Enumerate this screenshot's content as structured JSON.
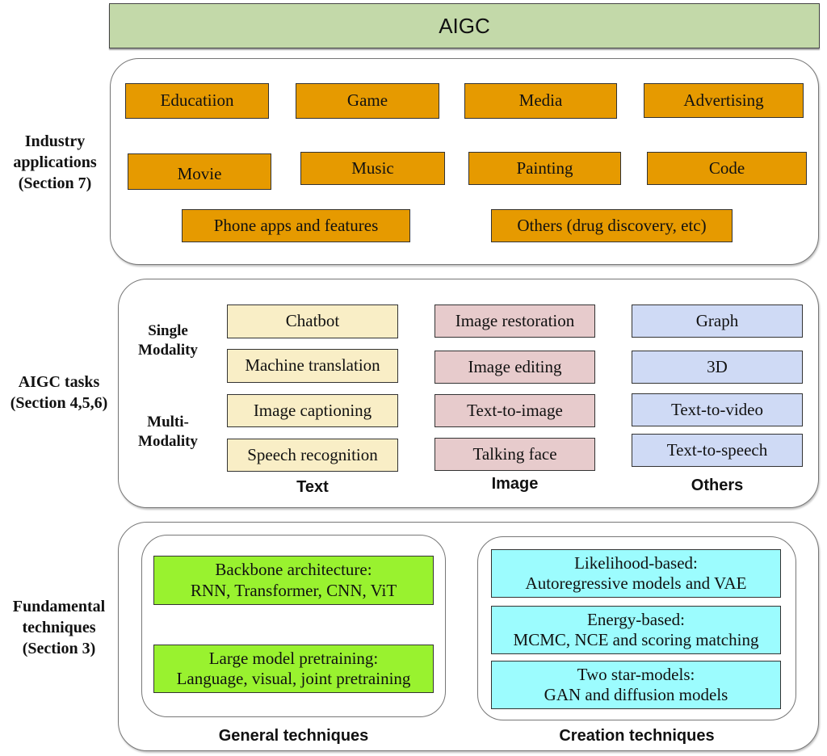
{
  "title": "AIGC",
  "colors": {
    "title_bg": "#c3d9a9",
    "industry_box": "#e69a00",
    "text_task": "#f9eec6",
    "image_task": "#e7cbcc",
    "others_task": "#cfdaf5",
    "general_technique": "#99f22f",
    "creation_technique": "#9cfcfe"
  },
  "industry": {
    "label": [
      "Industry",
      "applications",
      "(Section 7)"
    ],
    "items": [
      "Educatiion",
      "Game",
      "Media",
      "Advertising",
      "Movie",
      "Music",
      "Painting",
      "Code",
      "Phone apps and features",
      "Others (drug discovery, etc)"
    ]
  },
  "tasks": {
    "label": [
      "AIGC tasks",
      "(Section 4,5,6)"
    ],
    "modality_single": [
      "Single",
      "Modality"
    ],
    "modality_multi": [
      "Multi-",
      "Modality"
    ],
    "columns": [
      {
        "label": "Text",
        "items": [
          "Chatbot",
          "Machine translation",
          "Image captioning",
          "Speech recognition"
        ]
      },
      {
        "label": "Image",
        "items": [
          "Image restoration",
          "Image editing",
          "Text-to-image",
          "Talking face"
        ]
      },
      {
        "label": "Others",
        "items": [
          "Graph",
          "3D",
          "Text-to-video",
          "Text-to-speech"
        ]
      }
    ]
  },
  "fundamentals": {
    "label": [
      "Fundamental",
      "techniques",
      "(Section 3)"
    ],
    "general": {
      "label": "General techniques",
      "items": [
        [
          "Backbone architecture:",
          "RNN, Transformer, CNN, ViT"
        ],
        [
          "Large model pretraining:",
          "Language, visual, joint pretraining"
        ]
      ]
    },
    "creation": {
      "label": "Creation techniques",
      "items": [
        [
          "Likelihood-based:",
          "Autoregressive models and VAE"
        ],
        [
          "Energy-based:",
          "MCMC, NCE and scoring matching"
        ],
        [
          "Two star-models:",
          "GAN and diffusion models"
        ]
      ]
    }
  }
}
